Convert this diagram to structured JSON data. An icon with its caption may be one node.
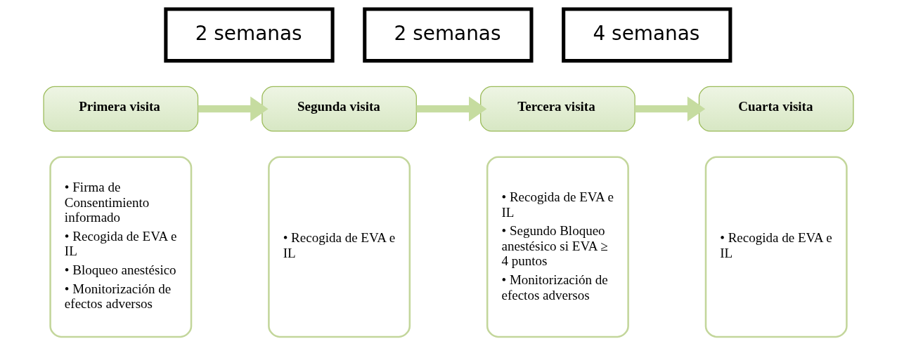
{
  "diagram": {
    "nodes": [
      {
        "text": [
          "2 semanas"
        ]
      },
      {
        "text": [
          "2 semanas"
        ]
      },
      {
        "text": [
          "4 semanas"
        ]
      },
      {
        "text": [
          "Primera visita"
        ]
      },
      {
        "text": [
          "• Firma de Consentimiento informado",
          "• Recogida de EVA e IL",
          "• Bloqueo anestésico",
          "• Monitorización de efectos adversos"
        ]
      },
      {
        "text": [
          "Segunda visita"
        ]
      },
      {
        "text": [
          "• Recogida de EVA e IL"
        ]
      },
      {
        "text": [
          "Tercera visita"
        ]
      },
      {
        "text": [
          "• Recogida de EVA e IL",
          "• Segundo Bloqueo anestésico si EVA ≥ 4 puntos",
          "• Monitorización de efectos adversos"
        ]
      },
      {
        "text": [
          "Cuarta visita"
        ]
      },
      {
        "text": [
          "• Recogida de EVA e IL"
        ]
      }
    ],
    "edges": [
      {
        "from": 3,
        "to": 5,
        "arrow": "to"
      },
      {
        "from": 5,
        "to": 7,
        "arrow": "to"
      },
      {
        "from": 7,
        "to": 9,
        "arrow": "to"
      }
    ]
  }
}
